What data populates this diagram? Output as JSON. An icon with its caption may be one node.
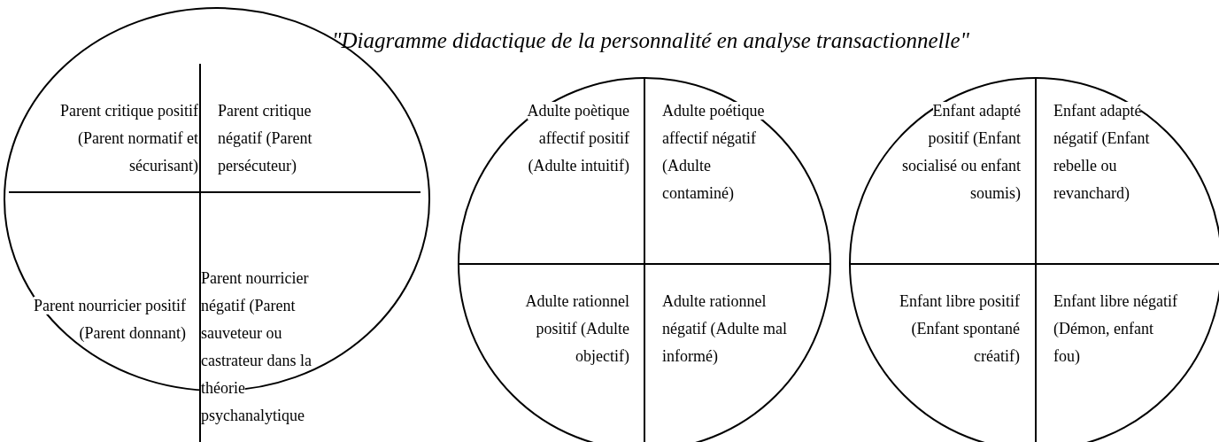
{
  "diagram": {
    "title": "\"Diagramme didactique de la personnalité en analyse transactionnelle\"",
    "nodes": [
      {
        "text": [
          "Parent critique positif (Parent normatif et sécurisant)",
          "Parent critique négatif (Parent persécuteur)",
          "Parent nourricier positif (Parent donnant)",
          "Parent nourricier négatif (Parent sauveteur ou castrateur dans la théorie psychanalytique"
        ]
      },
      {
        "text": [
          "Adulte poètique affectif positif (Adulte intuitif)",
          "Adulte poétique affectif négatif (Adulte contaminé)",
          "Adulte rationnel positif (Adulte objectif)",
          "Adulte rationnel négatif (Adulte mal informé)"
        ]
      },
      {
        "text": [
          "Enfant adapté positif (Enfant socialisé ou enfant soumis)",
          "Enfant adapté négatif (Enfant rebelle ou revanchard)",
          "Enfant libre positif (Enfant spontané créatif)",
          "Enfant libre négatif (Démon, enfant fou)"
        ]
      }
    ]
  }
}
